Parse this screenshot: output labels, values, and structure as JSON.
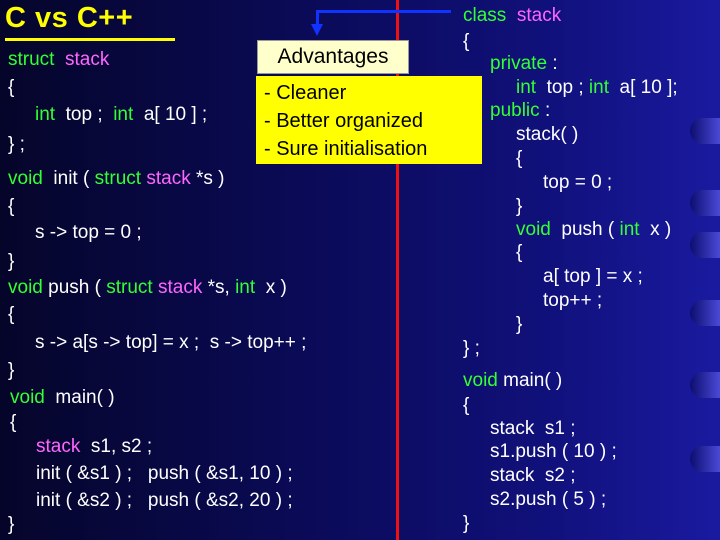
{
  "title": "C vs C++",
  "advantages": {
    "heading": "Advantages",
    "items": [
      "- Cleaner",
      "- Better organized",
      "- Sure initialisation"
    ]
  },
  "c_code": {
    "line01": {
      "a": "struct",
      "b": "stack"
    },
    "line02": "{",
    "line03": {
      "a": "int",
      "b": "top ;",
      "c": "int",
      "d": "a[ 10 ] ;"
    },
    "line04": "} ;",
    "line05": {
      "a": "void",
      "b": "init (",
      "c": "struct",
      "d": "stack",
      "e": "*s )"
    },
    "line06": "{",
    "line07": "s -> top = 0 ;",
    "line08": "}",
    "line09": {
      "a": "void",
      "b": "push (",
      "c": "struct",
      "d": "stack",
      "e": "*s,",
      "f": "int",
      "g": "x )"
    },
    "line10": "{",
    "line11": "s -> a[s -> top] = x ;  s -> top++ ;",
    "line12": "}",
    "line13": {
      "a": "void",
      "b": "main( )"
    },
    "line14": "{",
    "line15": {
      "a": "stack",
      "b": "s1, s2 ;"
    },
    "line16": "init ( &s1 ) ;   push ( &s1, 10 ) ;",
    "line17": "init ( &s2 ) ;   push ( &s2, 20 ) ;",
    "line18": "}"
  },
  "cpp_code": {
    "line01": {
      "a": "class",
      "b": "stack"
    },
    "line02": "{",
    "line03": {
      "a": "private",
      "b": ":"
    },
    "line04": {
      "a": "int",
      "b": "top ;",
      "c": "int",
      "d": "a[ 10 ];"
    },
    "line05": {
      "a": "public",
      "b": ":"
    },
    "line06": "stack( )",
    "line07": "{",
    "line08": "top = 0 ;",
    "line09": "}",
    "line10": {
      "a": "void",
      "b": "push (",
      "c": "int",
      "d": "x )"
    },
    "line11": "{",
    "line12": "a[ top ] = x ;",
    "line13": "top++ ;",
    "line14": "}",
    "line15": "} ;",
    "line16": {
      "a": "void",
      "b": "main( )"
    },
    "line17": "{",
    "line18": "stack  s1 ;",
    "line19": "s1.push ( 10 ) ;",
    "line20": "stack  s2 ;",
    "line21": "s2.push ( 5 ) ;",
    "line22": "}"
  },
  "colors": {
    "title": "#ffff00",
    "keyword": "#33ff33",
    "type_name": "#ff66ff",
    "divider": "#ee1111",
    "arrow": "#1133ff",
    "advantages_box": "#ffff00",
    "advantages_heading_bg": "#ffffcc"
  }
}
